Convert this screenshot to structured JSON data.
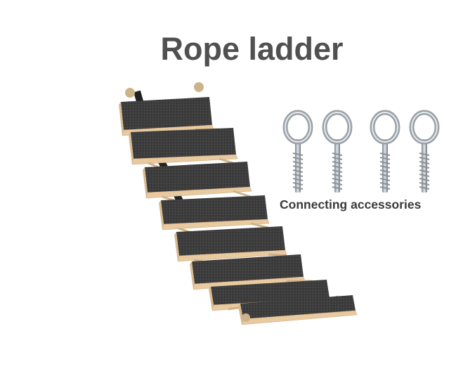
{
  "title": "Rope ladder",
  "caption": "Connecting accessories",
  "ladder": {
    "steps": 8,
    "tread_color": "#3c3c3c",
    "wood_color": "#e8c9a0",
    "rope_color": "#cdb38a"
  },
  "hooks": {
    "count": 4,
    "metal_color": "#b8bec4"
  }
}
